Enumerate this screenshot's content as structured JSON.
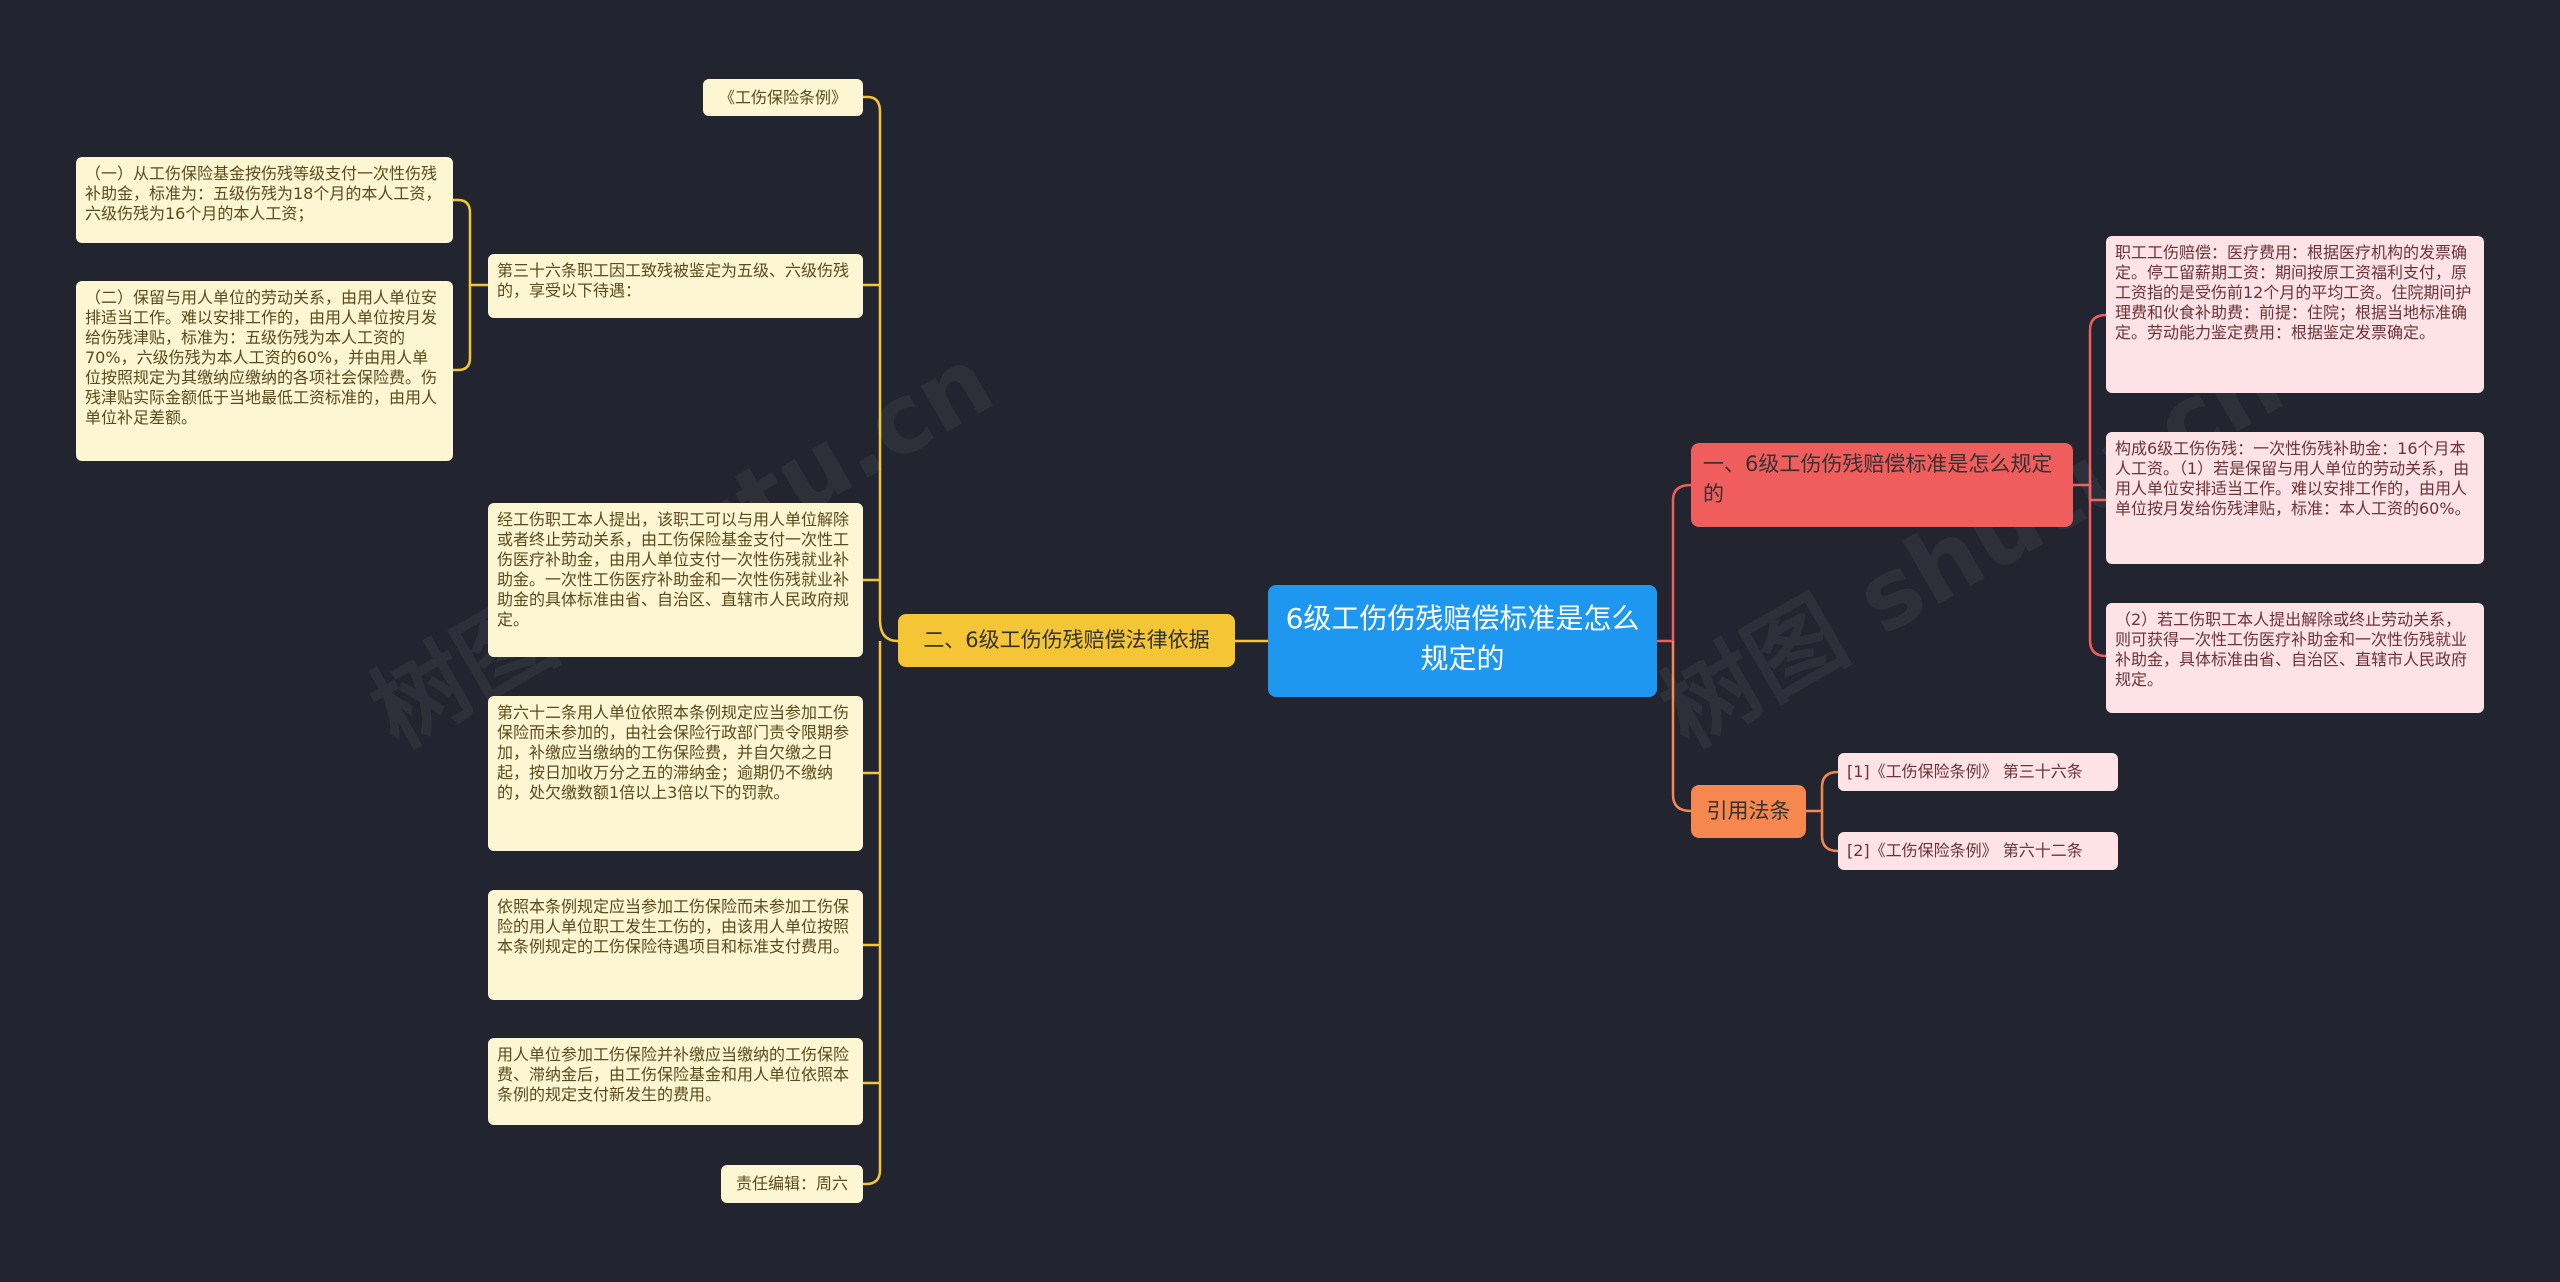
{
  "root": {
    "title": "6级工伤伤残赔偿标准是怎么规定的"
  },
  "left_branch": {
    "title": "二、6级工伤伤残赔偿法律依据",
    "items": [
      "《工伤保险条例》",
      "第三十六条职工因工致残被鉴定为五级、六级伤残的，享受以下待遇：",
      "经工伤职工本人提出，该职工可以与用人单位解除或者终止劳动关系，由工伤保险基金支付一次性工伤医疗补助金，由用人单位支付一次性伤残就业补助金。一次性工伤医疗补助金和一次性伤残就业补助金的具体标准由省、自治区、直辖市人民政府规定。",
      "第六十二条用人单位依照本条例规定应当参加工伤保险而未参加的，由社会保险行政部门责令限期参加，补缴应当缴纳的工伤保险费，并自欠缴之日起，按日加收万分之五的滞纳金；逾期仍不缴纳的，处欠缴数额1倍以上3倍以下的罚款。",
      "依照本条例规定应当参加工伤保险而未参加工伤保险的用人单位职工发生工伤的，由该用人单位按照本条例规定的工伤保险待遇项目和标准支付费用。",
      "用人单位参加工伤保险并补缴应当缴纳的工伤保险费、滞纳金后，由工伤保险基金和用人单位依照本条例的规定支付新发生的费用。",
      "责任编辑：周六"
    ],
    "sub_items": [
      "（一）从工伤保险基金按伤残等级支付一次性伤残补助金，标准为：五级伤残为18个月的本人工资，六级伤残为16个月的本人工资；",
      "（二）保留与用人单位的劳动关系，由用人单位安排适当工作。难以安排工作的，由用人单位按月发给伤残津贴，标准为：五级伤残为本人工资的70%，六级伤残为本人工资的60%，并由用人单位按照规定为其缴纳应缴纳的各项社会保险费。伤残津贴实际金额低于当地最低工资标准的，由用人单位补足差额。"
    ]
  },
  "right_branch_1": {
    "title": "一、6级工伤伤残赔偿标准是怎么规定的",
    "items": [
      "职工工伤赔偿：医疗费用：根据医疗机构的发票确定。停工留薪期工资：期间按原工资福利支付，原工资指的是受伤前12个月的平均工资。住院期间护理费和伙食补助费：前提：住院；根据当地标准确定。劳动能力鉴定费用：根据鉴定发票确定。",
      "构成6级工伤伤残：一次性伤残补助金：16个月本人工资。（1）若是保留与用人单位的劳动关系，由用人单位安排适当工作。难以安排工作的，由用人单位按月发给伤残津贴，标准：本人工资的60%。",
      "（2）若工伤职工本人提出解除或终止劳动关系，则可获得一次性工伤医疗补助金和一次性伤残就业补助金，具体标准由省、自治区、直辖市人民政府规定。"
    ]
  },
  "right_branch_2": {
    "title": "引用法条",
    "items": [
      "[1]《工伤保险条例》 第三十六条",
      "[2]《工伤保险条例》 第六十二条"
    ]
  },
  "watermarks": [
    "树图 shutu.cn",
    "树图 shutu.cn"
  ],
  "colors": {
    "background": "#22252f",
    "root": "#1e97f0",
    "left_branch": "#f4c535",
    "right_branch_1": "#ef5d5d",
    "right_branch_2": "#f5874f",
    "leaf_yellow": "#fdf6d3",
    "leaf_pink": "#fde2e6"
  }
}
